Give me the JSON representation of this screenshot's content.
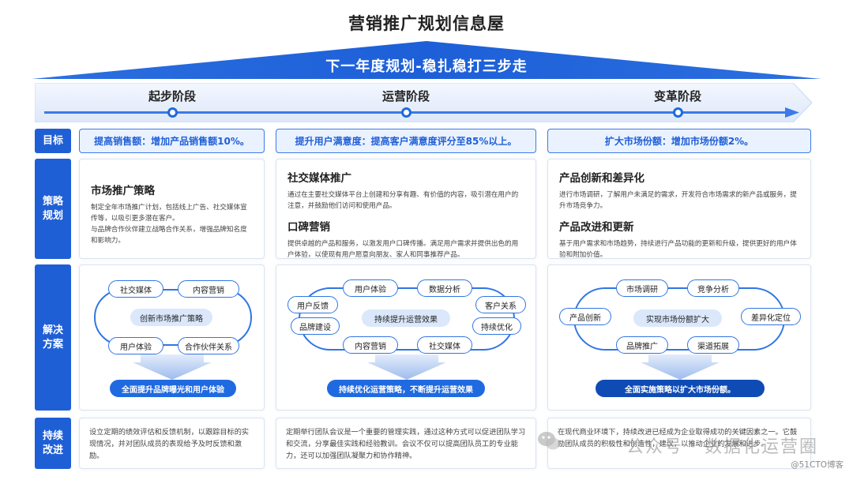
{
  "title": "营销推广规划信息屋",
  "roof_text": "下一年度规划-稳扎稳打三步走",
  "stages": [
    "起步阶段",
    "运营阶段",
    "变革阶段"
  ],
  "row_labels": {
    "goal": "目标",
    "strategy": "策略\n规划",
    "solution": "解决\n方案",
    "continuous": "持续\n改进"
  },
  "goals": [
    "提高销售额：增加产品销售额10%。",
    "提升用户满意度：提高客户满意度评分至85%以上。",
    "扩大市场份额：增加市场份额2%。"
  ],
  "strategies": [
    {
      "items": [
        {
          "title": "市场推广策略",
          "text": "制定全年市场推广计划，包括线上广告、社交媒体宣传等，以吸引更多潜在客户。\n与品牌合作伙伴建立战略合作关系，增强品牌知名度和影响力。"
        }
      ]
    },
    {
      "items": [
        {
          "title": "社交媒体推广",
          "text": "通过在主要社交媒体平台上创建和分享有趣、有价值的内容，吸引潜在用户的注意，并鼓励他们访问和使用产品。"
        },
        {
          "title": "口碑营销",
          "text": "提供卓越的产品和服务，以激发用户口碑传播。满足用户需求并提供出色的用户体验，以使现有用户愿意向朋友、家人和同事推荐产品。"
        }
      ]
    },
    {
      "items": [
        {
          "title": "产品创新和差异化",
          "text": "进行市场调研，了解用户未满足的需求，开发符合市场需求的新产品或服务，提升市场竞争力。"
        },
        {
          "title": "产品改进和更新",
          "text": "基于用户需求和市场趋势，持续进行产品功能的更新和升级，提供更好的用户体验和附加价值。"
        }
      ]
    }
  ],
  "solutions": [
    {
      "nodes": [
        "社交媒体",
        "内容营销",
        "用户体验",
        "合作伙伴关系"
      ],
      "center": "创新市场推广策略",
      "result": "全面提升品牌曝光和用户体验"
    },
    {
      "nodes": [
        "用户体验",
        "数据分析",
        "用户反馈",
        "客户关系",
        "品牌建设",
        "持续优化",
        "内容营销",
        "社交媒体"
      ],
      "center": "持续提升运营效果",
      "result": "持续优化运营策略，不断提升运营效果"
    },
    {
      "nodes": [
        "市场调研",
        "竞争分析",
        "产品创新",
        "差异化定位",
        "品牌推广",
        "渠道拓展"
      ],
      "center": "实现市场份额扩大",
      "result": "全面实施策略以扩大市场份额。"
    }
  ],
  "continuous": [
    "设立定期的绩效评估和反馈机制，以跟踪目标的实现情况，并对团队成员的表现给予及时反馈和激励。",
    "定期举行团队会议是一个重要的管理实践，通过这种方式可以促进团队学习和交流，分享最佳实践和经验教训。会议不仅可以提高团队员工的专业能力，还可以加强团队凝聚力和协作精神。",
    "在现代商业环境下，持续改进已经成为企业取得成功的关键因素之一。它鼓励团队成员的积极性和创造性，建议，以推动企业的发展和进步。"
  ],
  "watermark": "公众号 · 数据化运营圈",
  "credit": "@51CTO博客",
  "colors": {
    "primary": "#1f5fd6",
    "accent": "#2f76e3",
    "light": "#eaf2ff",
    "dark_result": "#0f4bb5"
  }
}
